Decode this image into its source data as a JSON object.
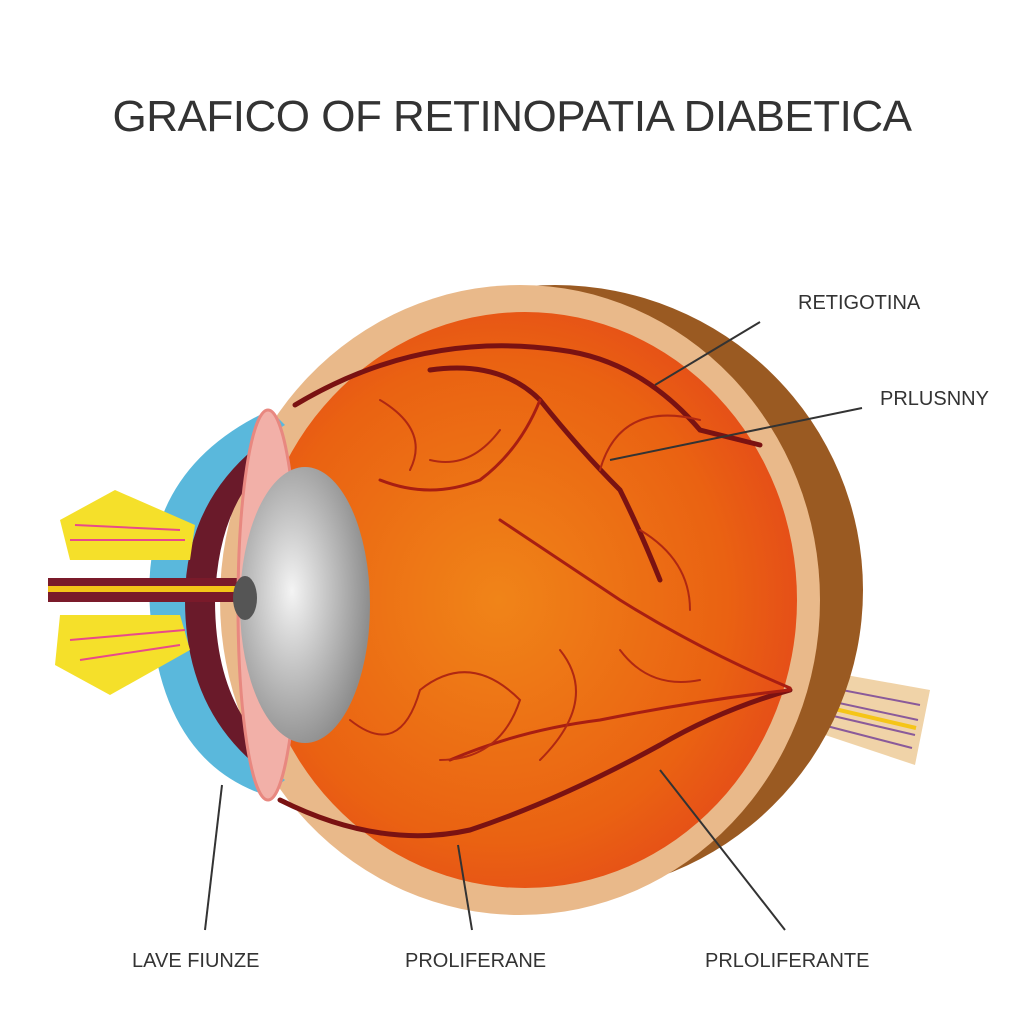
{
  "title": "GRAFICO OF RETINOPATIA DIABETICA",
  "labels": {
    "retigotina": "RETIGOTINA",
    "prlusnny": "PRLUSNNY",
    "lave_fiunze": "LAVE FIUNZE",
    "proliferane": "PROLIFERANE",
    "prloliferante": "PRLOLIFERANTE"
  },
  "colors": {
    "sclera": "#9a5a22",
    "tan_layer": "#e9b98a",
    "retina": "#ea6a12",
    "vessels": "#7a1212",
    "lens": "#b8b8b8",
    "cornea": "#5ab8dc",
    "muscle": "#f5e02a"
  }
}
